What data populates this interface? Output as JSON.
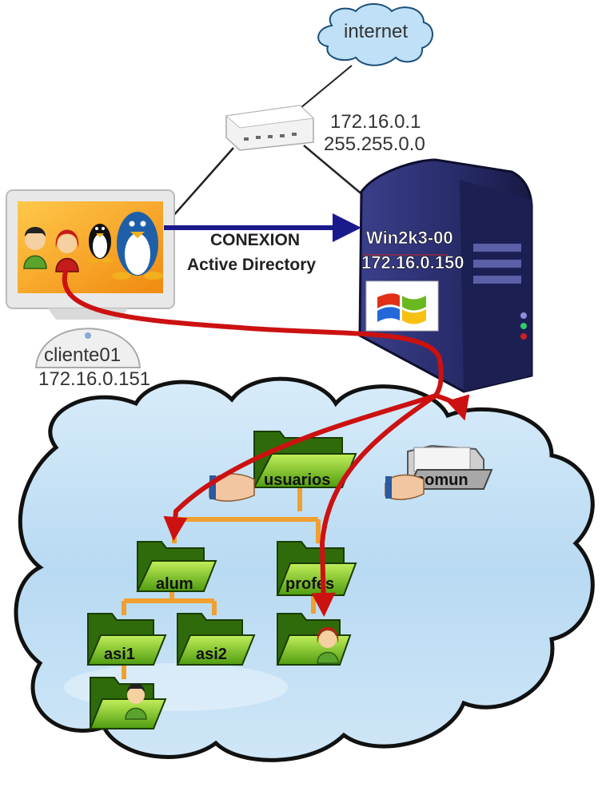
{
  "internet": {
    "label": "internet"
  },
  "router": {
    "ip": "172.16.0.1",
    "mask": "255.255.0.0"
  },
  "connection": {
    "line1": "CONEXION",
    "line2": "Active Directory"
  },
  "server": {
    "name": "Win2k3-00",
    "ip": "172.16.0.150"
  },
  "client": {
    "name": "cliente01",
    "ip": "172.16.0.151"
  },
  "shares": {
    "usuarios": "usuarios",
    "comun": "comun",
    "alum": "alum",
    "profes": "profes",
    "asi1": "asi1",
    "asi2": "asi2"
  },
  "colors": {
    "connection_arrow": "#1a1a8c",
    "access_arrow": "#cc1111",
    "tree_lines": "#f0a030",
    "folder_green": "#7bd11c",
    "server_body": "#2a2e6e",
    "cloud_fill": "#b8daf2"
  }
}
